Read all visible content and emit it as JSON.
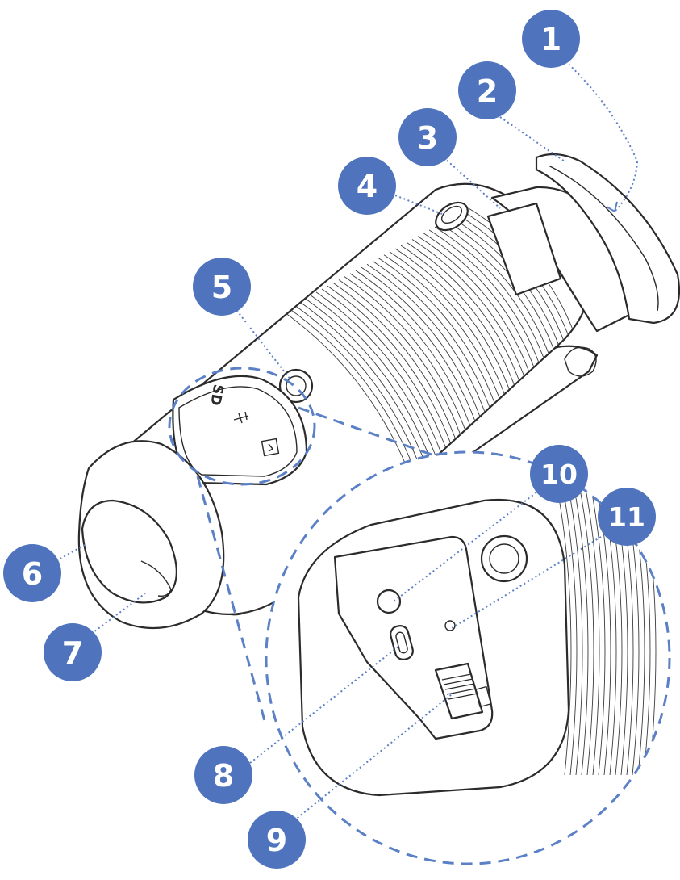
{
  "colors": {
    "callout_fill": "#4f74bd",
    "callout_text": "#ffffff",
    "leader_line": "#5b80c6",
    "outline": "#2b2b2b"
  },
  "callouts": [
    {
      "number": "1"
    },
    {
      "number": "2"
    },
    {
      "number": "3"
    },
    {
      "number": "4"
    },
    {
      "number": "5"
    },
    {
      "number": "6"
    },
    {
      "number": "7"
    },
    {
      "number": "8"
    },
    {
      "number": "9"
    },
    {
      "number": "10"
    },
    {
      "number": "11"
    }
  ],
  "device_markings": {
    "sd_label": "SD",
    "usb_icon": "usb-icon",
    "battery_icon": "battery-icon"
  }
}
